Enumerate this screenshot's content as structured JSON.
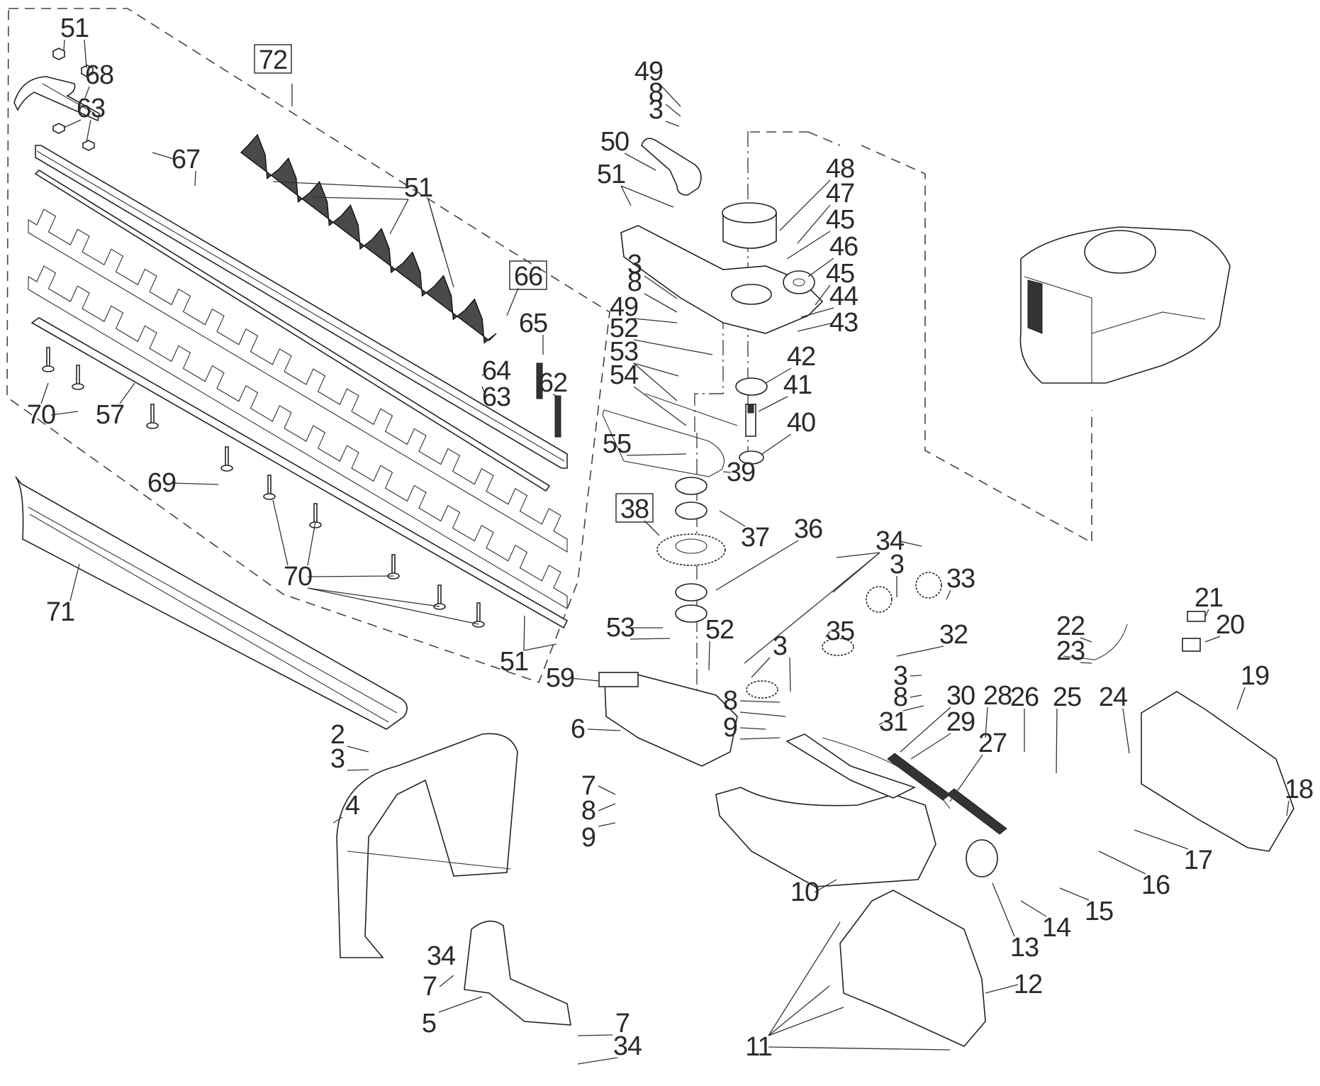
{
  "diagram": {
    "title": "Hedge trimmer exploded parts diagram",
    "style": {
      "line_color": "#2a2a2a",
      "background": "#ffffff"
    },
    "callouts": [
      {
        "id": "c51a",
        "label": "51"
      },
      {
        "id": "c68",
        "label": "68"
      },
      {
        "id": "c63a",
        "label": "63"
      },
      {
        "id": "c72",
        "label": "72",
        "boxed": true
      },
      {
        "id": "c67",
        "label": "67"
      },
      {
        "id": "c51b",
        "label": "51"
      },
      {
        "id": "c66",
        "label": "66",
        "boxed": true
      },
      {
        "id": "c65",
        "label": "65"
      },
      {
        "id": "c64",
        "label": "64"
      },
      {
        "id": "c63b",
        "label": "63"
      },
      {
        "id": "c62",
        "label": "62"
      },
      {
        "id": "c70a",
        "label": "70"
      },
      {
        "id": "c57",
        "label": "57"
      },
      {
        "id": "c69",
        "label": "69"
      },
      {
        "id": "c70b",
        "label": "70"
      },
      {
        "id": "c71",
        "label": "71"
      },
      {
        "id": "c51c",
        "label": "51"
      },
      {
        "id": "c49a",
        "label": "49"
      },
      {
        "id": "c8a",
        "label": "8"
      },
      {
        "id": "c3a",
        "label": "3"
      },
      {
        "id": "c50",
        "label": "50"
      },
      {
        "id": "c51d",
        "label": "51"
      },
      {
        "id": "c48",
        "label": "48"
      },
      {
        "id": "c47",
        "label": "47"
      },
      {
        "id": "c45a",
        "label": "45"
      },
      {
        "id": "c46",
        "label": "46"
      },
      {
        "id": "c45b",
        "label": "45"
      },
      {
        "id": "c44",
        "label": "44"
      },
      {
        "id": "c43",
        "label": "43"
      },
      {
        "id": "c3b",
        "label": "3"
      },
      {
        "id": "c8b",
        "label": "8"
      },
      {
        "id": "c49b",
        "label": "49"
      },
      {
        "id": "c52a",
        "label": "52"
      },
      {
        "id": "c53a",
        "label": "53"
      },
      {
        "id": "c54",
        "label": "54"
      },
      {
        "id": "c42",
        "label": "42"
      },
      {
        "id": "c41",
        "label": "41"
      },
      {
        "id": "c40",
        "label": "40"
      },
      {
        "id": "c55",
        "label": "55"
      },
      {
        "id": "c39",
        "label": "39"
      },
      {
        "id": "c38",
        "label": "38",
        "boxed": true
      },
      {
        "id": "c37",
        "label": "37"
      },
      {
        "id": "c36",
        "label": "36"
      },
      {
        "id": "c53b",
        "label": "53"
      },
      {
        "id": "c52b",
        "label": "52"
      },
      {
        "id": "c59",
        "label": "59"
      },
      {
        "id": "c6",
        "label": "6"
      },
      {
        "id": "c7a",
        "label": "7"
      },
      {
        "id": "c8c",
        "label": "8"
      },
      {
        "id": "c9a",
        "label": "9"
      },
      {
        "id": "c34a",
        "label": "34"
      },
      {
        "id": "c3c",
        "label": "3"
      },
      {
        "id": "c33",
        "label": "33"
      },
      {
        "id": "c32",
        "label": "32"
      },
      {
        "id": "c35",
        "label": "35"
      },
      {
        "id": "c3d",
        "label": "3"
      },
      {
        "id": "c8d",
        "label": "8"
      },
      {
        "id": "c9b",
        "label": "9"
      },
      {
        "id": "c3e",
        "label": "3"
      },
      {
        "id": "c8e",
        "label": "8"
      },
      {
        "id": "c31",
        "label": "31"
      },
      {
        "id": "c30",
        "label": "30"
      },
      {
        "id": "c29",
        "label": "29"
      },
      {
        "id": "c28",
        "label": "28"
      },
      {
        "id": "c27",
        "label": "27"
      },
      {
        "id": "c26",
        "label": "26"
      },
      {
        "id": "c25",
        "label": "25"
      },
      {
        "id": "c24",
        "label": "24"
      },
      {
        "id": "c22",
        "label": "22"
      },
      {
        "id": "c23",
        "label": "23"
      },
      {
        "id": "c21",
        "label": "21"
      },
      {
        "id": "c20",
        "label": "20"
      },
      {
        "id": "c19",
        "label": "19"
      },
      {
        "id": "c18",
        "label": "18"
      },
      {
        "id": "c17",
        "label": "17"
      },
      {
        "id": "c16",
        "label": "16"
      },
      {
        "id": "c15",
        "label": "15"
      },
      {
        "id": "c14",
        "label": "14"
      },
      {
        "id": "c13",
        "label": "13"
      },
      {
        "id": "c12",
        "label": "12"
      },
      {
        "id": "c11",
        "label": "11"
      },
      {
        "id": "c10",
        "label": "10"
      },
      {
        "id": "c2",
        "label": "2"
      },
      {
        "id": "c3f",
        "label": "3"
      },
      {
        "id": "c4",
        "label": "4"
      },
      {
        "id": "c34b",
        "label": "34"
      },
      {
        "id": "c7b",
        "label": "7"
      },
      {
        "id": "c5",
        "label": "5"
      },
      {
        "id": "c7c",
        "label": "7"
      },
      {
        "id": "c34c",
        "label": "34"
      }
    ],
    "parts": [
      {
        "name": "blade-guard",
        "number": "68"
      },
      {
        "name": "blade-assembly",
        "number": "72"
      },
      {
        "name": "blade-carrier",
        "number": "66"
      },
      {
        "name": "upper-blade",
        "number": "57"
      },
      {
        "name": "blade-cover",
        "number": "71"
      },
      {
        "name": "gear-housing",
        "number": "46"
      },
      {
        "name": "gear",
        "number": "38"
      },
      {
        "name": "engine",
        "number": ""
      },
      {
        "name": "front-handle",
        "number": "4"
      },
      {
        "name": "hand-guard",
        "number": "5"
      },
      {
        "name": "gear-base",
        "number": "6"
      },
      {
        "name": "rear-handle-frame",
        "number": "10"
      },
      {
        "name": "side-cover",
        "number": "12"
      },
      {
        "name": "rear-handle",
        "number": "18"
      }
    ]
  }
}
